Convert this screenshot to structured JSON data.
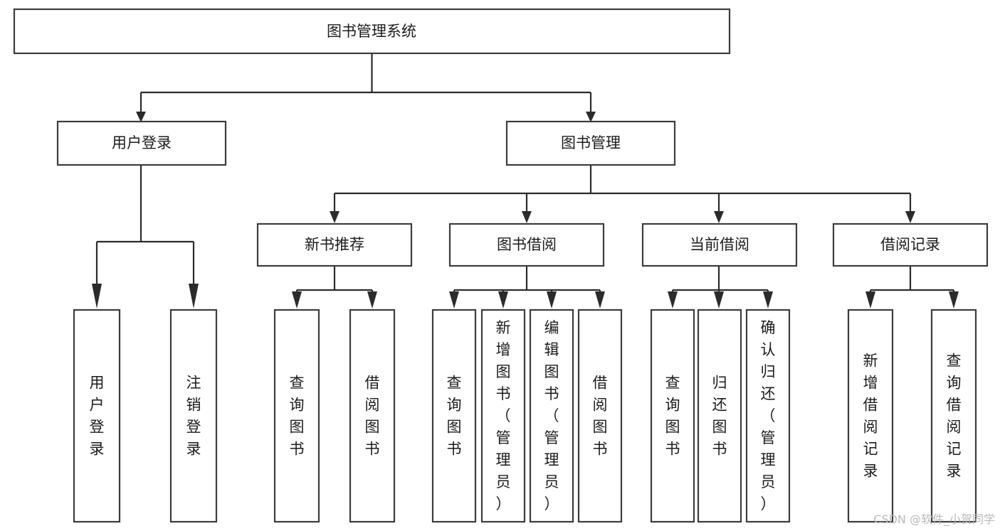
{
  "diagram": {
    "title": "图书管理系统",
    "type": "tree-hierarchy",
    "root": {
      "id": "root",
      "label": "图书管理系统"
    },
    "level2": [
      {
        "id": "user-login",
        "label": "用户登录"
      },
      {
        "id": "book-manage",
        "label": "图书管理"
      }
    ],
    "level3": [
      {
        "id": "new-book-rec",
        "label": "新书推荐",
        "parent": "book-manage"
      },
      {
        "id": "book-borrow",
        "label": "图书借阅",
        "parent": "book-manage"
      },
      {
        "id": "current-borrow",
        "label": "当前借阅",
        "parent": "book-manage"
      },
      {
        "id": "borrow-record",
        "label": "借阅记录",
        "parent": "book-manage"
      }
    ],
    "leaves": {
      "user-login": [
        {
          "id": "leaf-user-login",
          "label": "用户登录"
        },
        {
          "id": "leaf-user-logout",
          "label": "注销登录"
        }
      ],
      "new-book-rec": [
        {
          "id": "leaf-query-book-1",
          "label": "查询图书"
        },
        {
          "id": "leaf-borrow-book-1",
          "label": "借阅图书"
        }
      ],
      "book-borrow": [
        {
          "id": "leaf-query-book-2",
          "label": "查询图书"
        },
        {
          "id": "leaf-add-book",
          "label": "新增图书（管理员）"
        },
        {
          "id": "leaf-edit-book",
          "label": "编辑图书（管理员）"
        },
        {
          "id": "leaf-borrow-book-2",
          "label": "借阅图书"
        }
      ],
      "current-borrow": [
        {
          "id": "leaf-query-book-3",
          "label": "查询图书"
        },
        {
          "id": "leaf-return-book",
          "label": "归还图书"
        },
        {
          "id": "leaf-confirm-return",
          "label": "确认归还（管理员）"
        }
      ],
      "borrow-record": [
        {
          "id": "leaf-add-record",
          "label": "新增借阅记录"
        },
        {
          "id": "leaf-query-record",
          "label": "查询借阅记录"
        }
      ]
    }
  },
  "watermark": {
    "text": "CSDN @软件_小贺同学"
  },
  "colors": {
    "box_stroke": "#3c3c3c",
    "connector": "#2b2b2b",
    "text": "#1b1b1b",
    "background": "#ffffff",
    "watermark": "#b9b9b9"
  }
}
